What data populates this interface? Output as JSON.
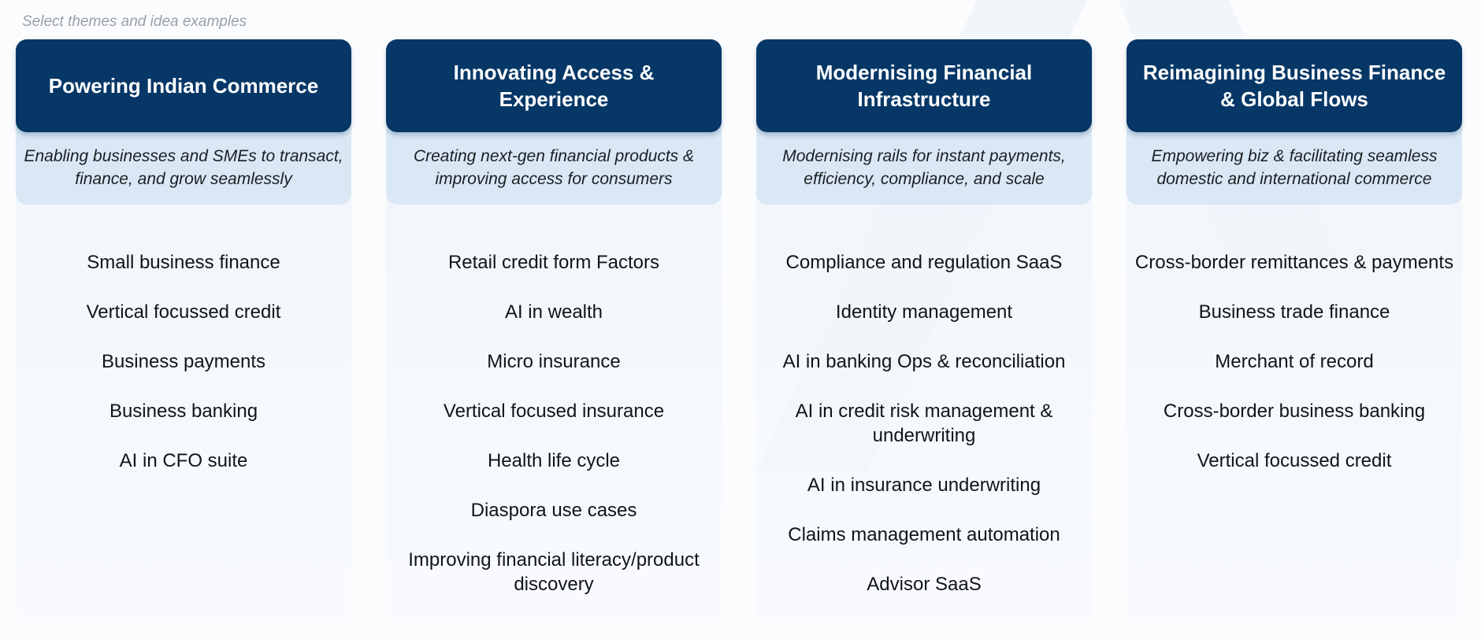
{
  "caption": "Select themes and idea examples",
  "colors": {
    "header_bg": "#063767",
    "subtitle_bg": "#d9e8f4",
    "column_bg": "#eef4fb"
  },
  "themes": [
    {
      "title": "Powering Indian Commerce",
      "subtitle": "Enabling businesses and SMEs to transact, finance, and grow seamlessly",
      "ideas": [
        "Small business finance",
        "Vertical focussed credit",
        "Business payments",
        "Business banking",
        "AI in CFO suite"
      ]
    },
    {
      "title": "Innovating Access & Experience",
      "subtitle": "Creating next-gen financial products & improving access for consumers",
      "ideas": [
        "Retail credit form Factors",
        "AI in wealth",
        "Micro insurance",
        "Vertical focused insurance",
        "Health life cycle",
        "Diaspora use cases",
        "Improving financial literacy/product discovery"
      ]
    },
    {
      "title": "Modernising Financial Infrastructure",
      "subtitle": "Modernising rails for instant payments, efficiency, compliance, and scale",
      "ideas": [
        "Compliance and regulation SaaS",
        "Identity management",
        "AI in banking Ops & reconciliation",
        "AI in credit risk management & underwriting",
        "AI in insurance underwriting",
        "Claims management automation",
        "Advisor SaaS"
      ]
    },
    {
      "title": "Reimagining Business Finance & Global Flows",
      "subtitle": "Empowering biz & facilitating seamless domestic and international commerce",
      "ideas": [
        "Cross-border remittances & payments",
        "Business trade finance",
        "Merchant of record",
        "Cross-border business banking",
        "Vertical focussed credit"
      ]
    }
  ]
}
